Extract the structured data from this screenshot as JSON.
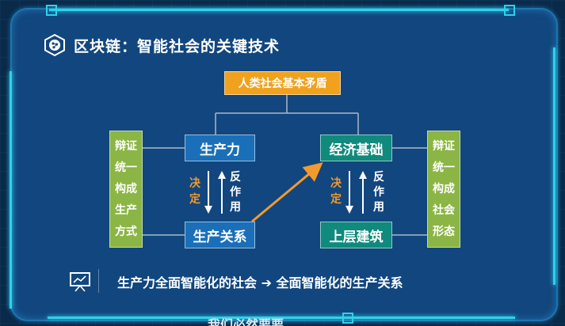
{
  "title": "区块链：智能社会的关键技术",
  "diagram": {
    "top": "人类社会基本矛盾",
    "productive_forces": "生产力",
    "relations_of_production": "生产关系",
    "economic_base": "经济基础",
    "superstructure": "上层建筑",
    "left_side_box": [
      "辩证",
      "统一",
      "构成",
      "生产",
      "方式"
    ],
    "right_side_box": [
      "辩证",
      "统一",
      "构成",
      "社会",
      "形态"
    ],
    "left_determines": [
      "决",
      "定"
    ],
    "left_reacts": [
      "反",
      "作",
      "用"
    ],
    "right_determines": [
      "决",
      "定"
    ],
    "right_reacts": [
      "反",
      "作",
      "用"
    ]
  },
  "bottom": {
    "text": "生产力全面智能化的社会 ➔ 全面智能化的生产关系"
  },
  "cut_off_text": "我们必然要要",
  "colors": {
    "panel": "#12467e",
    "top_box": "#f0a11e",
    "blue_box": "#1b6fb8",
    "teal_box": "#0f8a7c",
    "green_box": "#8bb545",
    "arrow_orange": "#f29a2e",
    "frame_accent": "#2fd1e8"
  },
  "icons": [
    "blockchain-logo-icon",
    "presentation-chart-icon"
  ]
}
